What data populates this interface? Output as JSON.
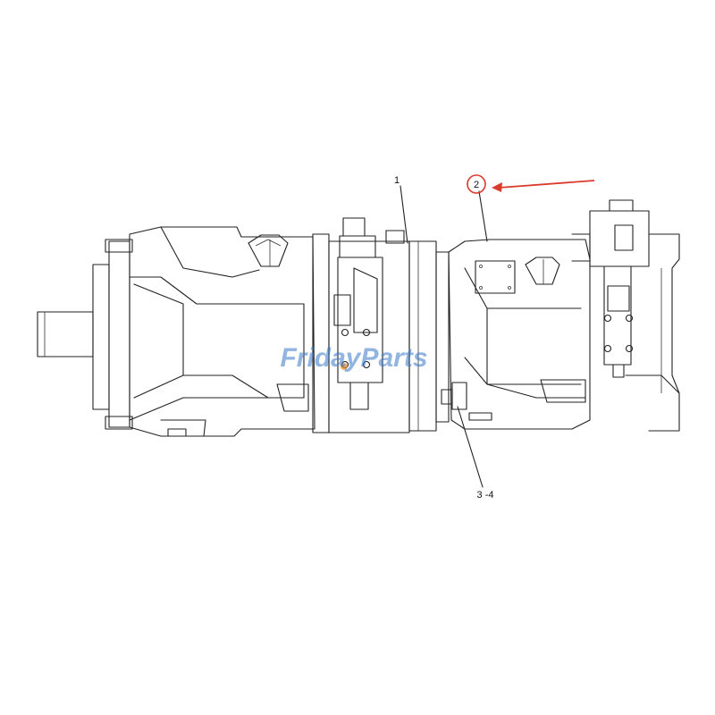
{
  "callouts": {
    "c1": "1",
    "c2": "2",
    "c34": "3 -4"
  },
  "watermark": {
    "text": "FridayParts",
    "color": "#3a78c9"
  },
  "colors": {
    "arrow": "#d93a2b",
    "highlight_circle": "#d93a2b",
    "fitting_orange": "#e08a2c",
    "line": "#222222"
  }
}
